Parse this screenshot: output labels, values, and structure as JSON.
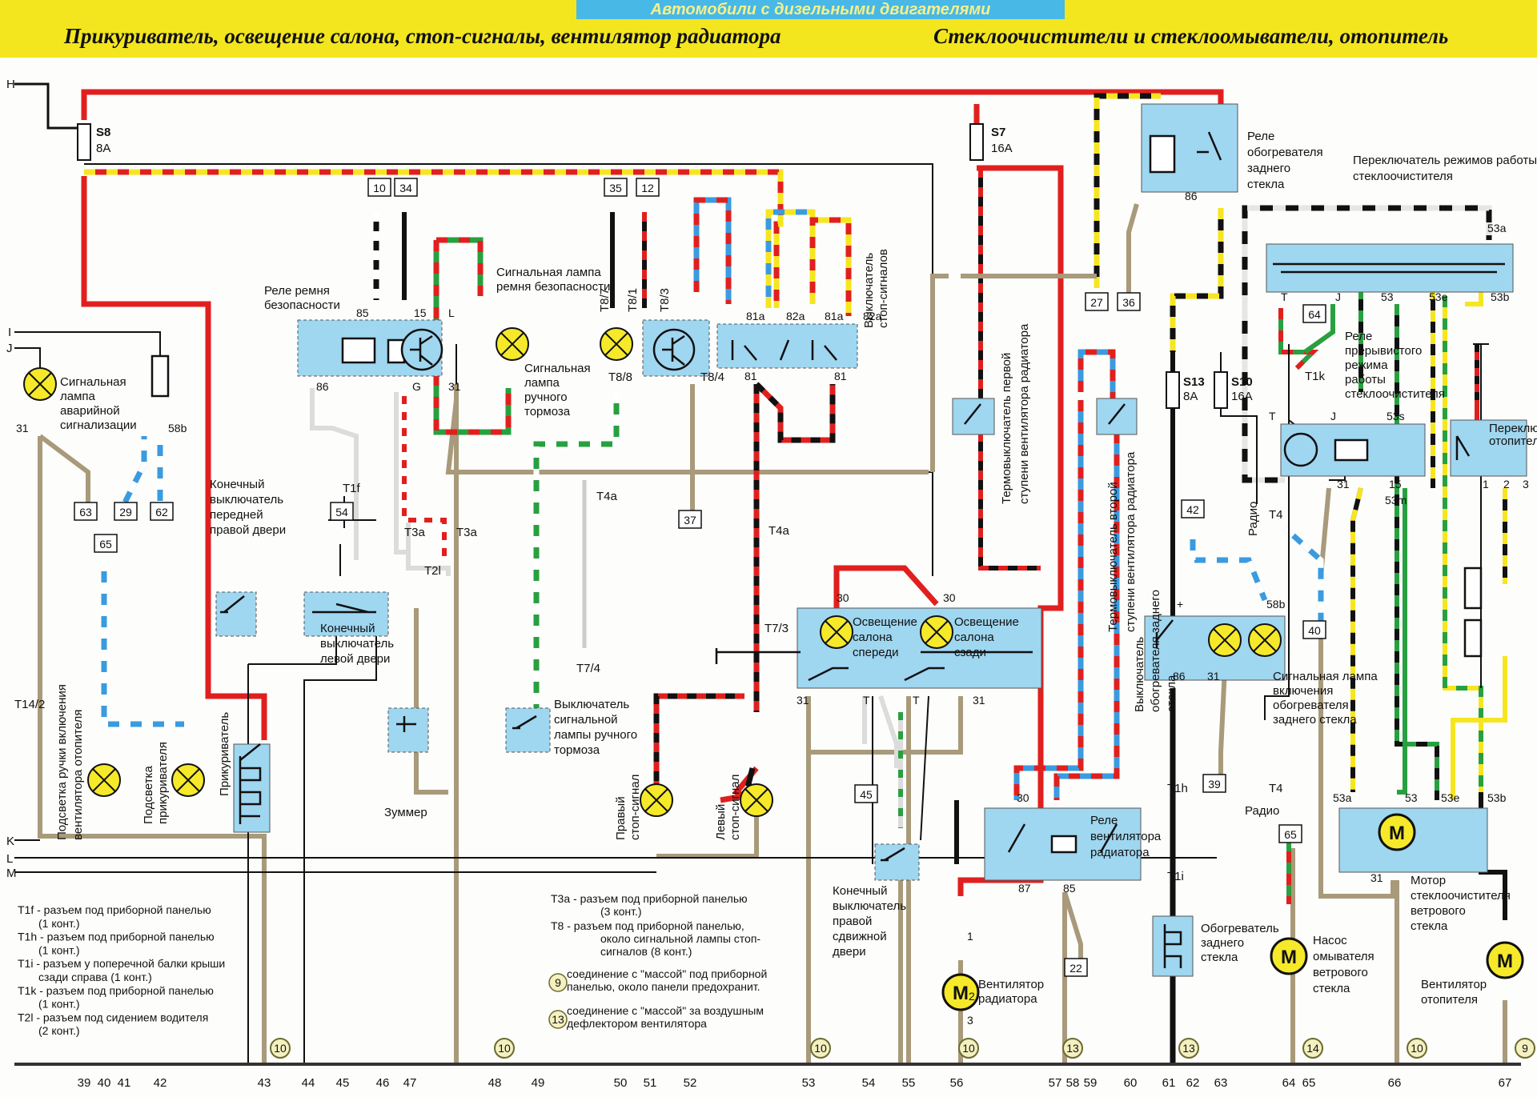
{
  "header": {
    "banner": "Автомобили с дизельными двигателями",
    "title_left": "Прикуриватель, освещение салона, стоп-сигналы, вентилятор радиатора",
    "title_right": "Стеклоочистители и стеклоомыватели, отопитель"
  },
  "rails": {
    "H": "H",
    "I": "I",
    "J": "J",
    "K": "K",
    "L": "L",
    "M": "M"
  },
  "fuses": {
    "s8": {
      "name": "S8",
      "rating": "8A"
    },
    "s7": {
      "name": "S7",
      "rating": "16A"
    },
    "s13": {
      "name": "S13",
      "rating": "8A"
    },
    "s10": {
      "name": "S10",
      "rating": "16A"
    }
  },
  "components": {
    "hazard_lamp": "Сигнальная лампа аварийной сигнализации",
    "seatbelt_relay": "Реле ремня безопасности",
    "seatbelt_lamp": "Сигнальная лампа ремня безопасности",
    "handbrake_lamp": "Сигнальная лампа ручного тормоза",
    "brake_switch": "Выключатель стоп-сигналов",
    "front_right_door": "Конечный выключатель передней правой двери",
    "left_door": "Конечный выключатель левой двери",
    "buzzer": "Зуммер",
    "handbrake_switch": "Выключатель сигнальной лампы ручного тормоза",
    "right_stop": "Правый стоп-сигнал",
    "left_stop": "Левый стоп-сигнал",
    "cabin_front": "Освещение салона спереди",
    "cabin_rear": "Освещение салона сзади",
    "sliding_door": "Конечный выключатель правой сдвижной двери",
    "thermo1": "Термовыключатель первой ступени вентилятора радиатора",
    "thermo2": "Термовыключатель второй ступени вентилятора радиатора",
    "fan_relay": "Реле вентилятора радиатора",
    "fan_motor": "Вентилятор радиатора",
    "rear_heat_relay": "Реле обогревателя заднего стекла",
    "rear_heat_switch": "Выключатель обогревателя заднего стекла",
    "rear_heat_lamp": "Сигнальная лампа включения обогревателя заднего стекла",
    "rear_heater": "Обогреватель заднего стекла",
    "radio_top": "Радио",
    "radio_bottom": "Радио",
    "wiper_switch": "Переключатель режимов работы стеклоочистителя",
    "interval_relay": "Реле прерывистого режима работы стеклоочистителя",
    "heater_switch": "Переключатель отопителя",
    "washer_pump": "Насос омывателя ветрового стекла",
    "wiper_motor": "Мотор стеклоочистителя ветрового стекла",
    "heater_fan": "Вентилятор отопителя",
    "heater_knob_light": "Подсветка ручки включения вентилятора отопителя",
    "lighter_light": "Подсветка прикуривателя",
    "lighter": "Прикуриватель"
  },
  "connectors": [
    "T1f",
    "T3a",
    "T3a",
    "T2l",
    "T4a",
    "T4a",
    "T7/3",
    "T7/4",
    "T8/7",
    "T8/1",
    "T8/3",
    "T8/8",
    "T8/4",
    "T14/2",
    "T1h",
    "T1i",
    "T1k",
    "T4",
    "T4"
  ],
  "boxes": [
    "10",
    "34",
    "35",
    "12",
    "63",
    "29",
    "62",
    "65",
    "54",
    "37",
    "27",
    "36",
    "64",
    "42",
    "40",
    "45",
    "22",
    "39",
    "65"
  ],
  "bottom_numbers": [
    "39",
    "40",
    "41",
    "42",
    "43",
    "44",
    "45",
    "46",
    "47",
    "48",
    "49",
    "50",
    "51",
    "52",
    "53",
    "54",
    "55",
    "56",
    "57",
    "58",
    "59",
    "60",
    "61",
    "62",
    "63",
    "64",
    "65",
    "66",
    "67"
  ],
  "ground_points": [
    "10",
    "10",
    "10",
    "10",
    "13",
    "13",
    "14",
    "10",
    "9",
    "13"
  ],
  "legend_left": [
    "T1f - разъем под приборной панелью",
    "(1 конт.)",
    "T1h - разъем под приборной панелью",
    "(1 конт.)",
    "T1i - разъем у поперечной балки крыши",
    "сзади справа (1 конт.)",
    "T1k - разъем под приборной панелью",
    "(1 конт.)",
    "T2l - разъем под сидением водителя",
    "(2 конт.)"
  ],
  "legend_mid": [
    "T3a - разъем под приборной панелью",
    "(3 конт.)",
    "T8 - разъем под приборной панелью,",
    "около сигнальной лампы стоп-",
    "сигналов (8 конт.)",
    "соединение с \"массой\" под приборной",
    "панелью, около панели предохранит.",
    "соединение с \"массой\" за воздушным",
    "дефлектором вентилятора"
  ],
  "legend_ground": [
    "9",
    "13"
  ],
  "pins": [
    "31",
    "58b",
    "85",
    "15",
    "L",
    "86",
    "G",
    "31",
    "81a",
    "82a",
    "81a",
    "82a",
    "81",
    "81",
    "30",
    "30",
    "31",
    "T",
    "T",
    "31",
    "86",
    "30",
    "87",
    "85",
    "1",
    "2",
    "3",
    "+",
    "86",
    "31",
    "58b",
    "T",
    "J",
    "53",
    "53e",
    "53b",
    "53a",
    "T",
    "J",
    "53s",
    "31",
    "15",
    "53m",
    "1",
    "2",
    "3",
    "53a",
    "53",
    "53e",
    "53b",
    "31"
  ],
  "colors": {
    "red": "#e0201e",
    "black": "#111111",
    "yellow": "#f7e520",
    "green": "#28a040",
    "blue": "#3a9be0",
    "grey": "#a89a7a",
    "white": "#dcdcdc",
    "box": "#9fd6f0",
    "lamp": "#f5e92a"
  }
}
